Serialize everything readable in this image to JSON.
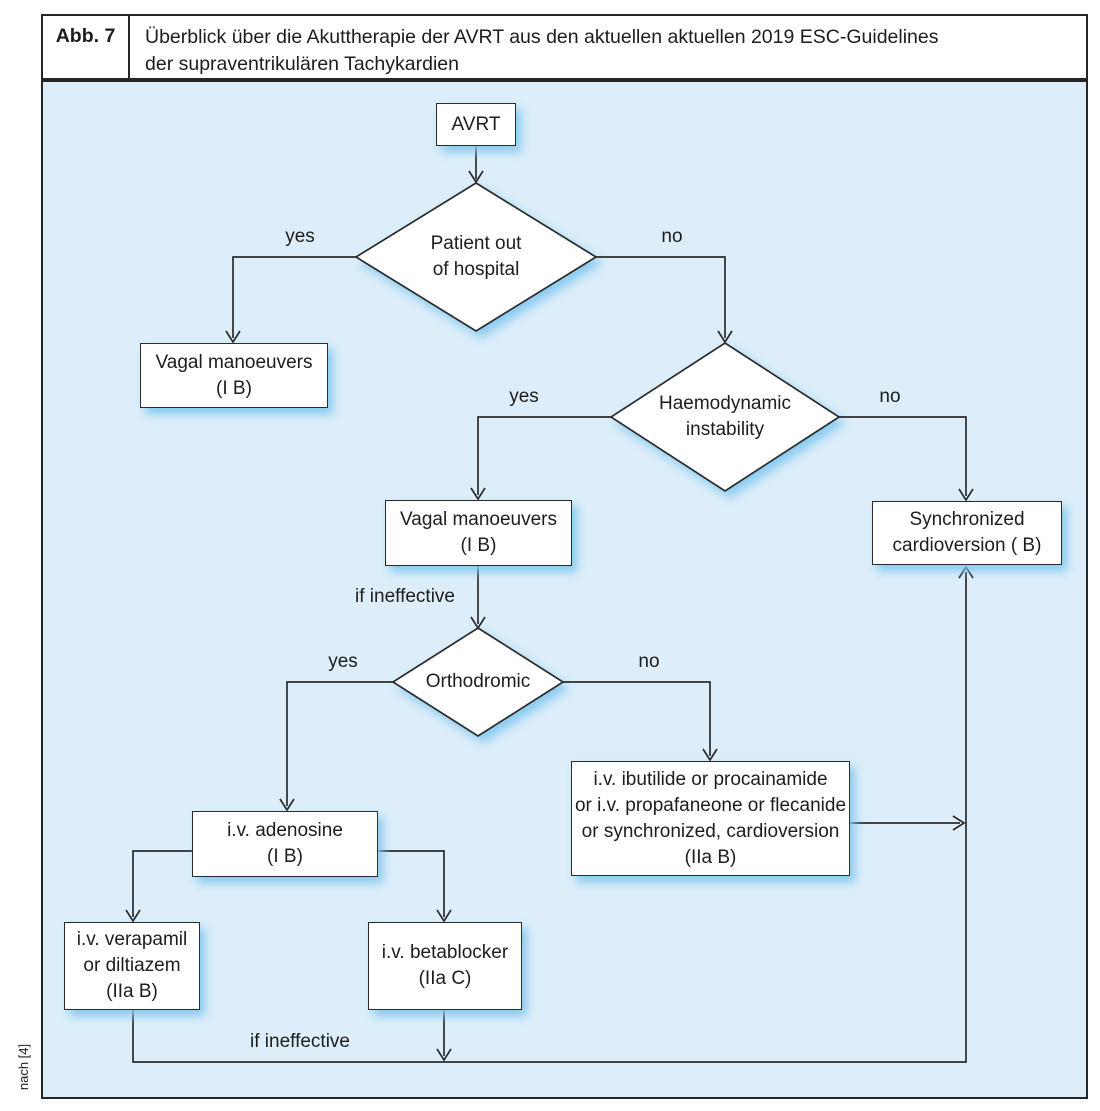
{
  "header": {
    "figure_label": "Abb. 7",
    "caption_line1": "Überblick über die Akuttherapie der AVRT aus den aktuellen aktuellen 2019 ESC-Guidelines",
    "caption_line2": "der supraventrikulären Tachykardien"
  },
  "source_note": "nach [4]",
  "colors": {
    "panel_background": "#ddeefa",
    "node_fill": "#ffffff",
    "node_border": "#2b2b2b",
    "connector_line": "#2b2b2b",
    "glow": "#b9e0f5",
    "text": "#1d1d1b"
  },
  "nodes": {
    "avrt": {
      "type": "process",
      "lines": [
        "AVRT"
      ]
    },
    "patient_out_of_hospital": {
      "type": "decision",
      "lines": [
        "Patient out",
        "of hospital"
      ]
    },
    "vagal_manoeuvers_1": {
      "type": "process",
      "lines": [
        "Vagal manoeuvers",
        "(I B)"
      ]
    },
    "haemodynamic_instability": {
      "type": "decision",
      "lines": [
        "Haemodynamic",
        "instability"
      ]
    },
    "vagal_manoeuvers_2": {
      "type": "process",
      "lines": [
        "Vagal manoeuvers",
        "(I B)"
      ]
    },
    "synchronized_cardioversion": {
      "type": "process",
      "lines": [
        "Synchronized",
        "cardioversion ( B)"
      ]
    },
    "orthodromic": {
      "type": "decision",
      "lines": [
        "Orthodromic"
      ]
    },
    "iv_adenosine": {
      "type": "process",
      "lines": [
        "i.v. adenosine",
        "(I B)"
      ]
    },
    "iv_ibutilide": {
      "type": "process",
      "lines": [
        "i.v. ibutilide or procainamide",
        "or i.v. propafaneone or flecanide",
        "or synchronized, cardioversion",
        "(IIa B)"
      ]
    },
    "iv_verapamil": {
      "type": "process",
      "lines": [
        "i.v. verapamil",
        "or diltiazem",
        "(IIa B)"
      ]
    },
    "iv_betablocker": {
      "type": "process",
      "lines": [
        "i.v. betablocker",
        "(IIa C)"
      ]
    }
  },
  "edge_labels": {
    "patient_yes": "yes",
    "patient_no": "no",
    "haemo_yes": "yes",
    "haemo_no": "no",
    "ortho_yes": "yes",
    "ortho_no": "no",
    "if_ineffective_mid": "if ineffective",
    "if_ineffective_bottom": "if ineffective"
  }
}
